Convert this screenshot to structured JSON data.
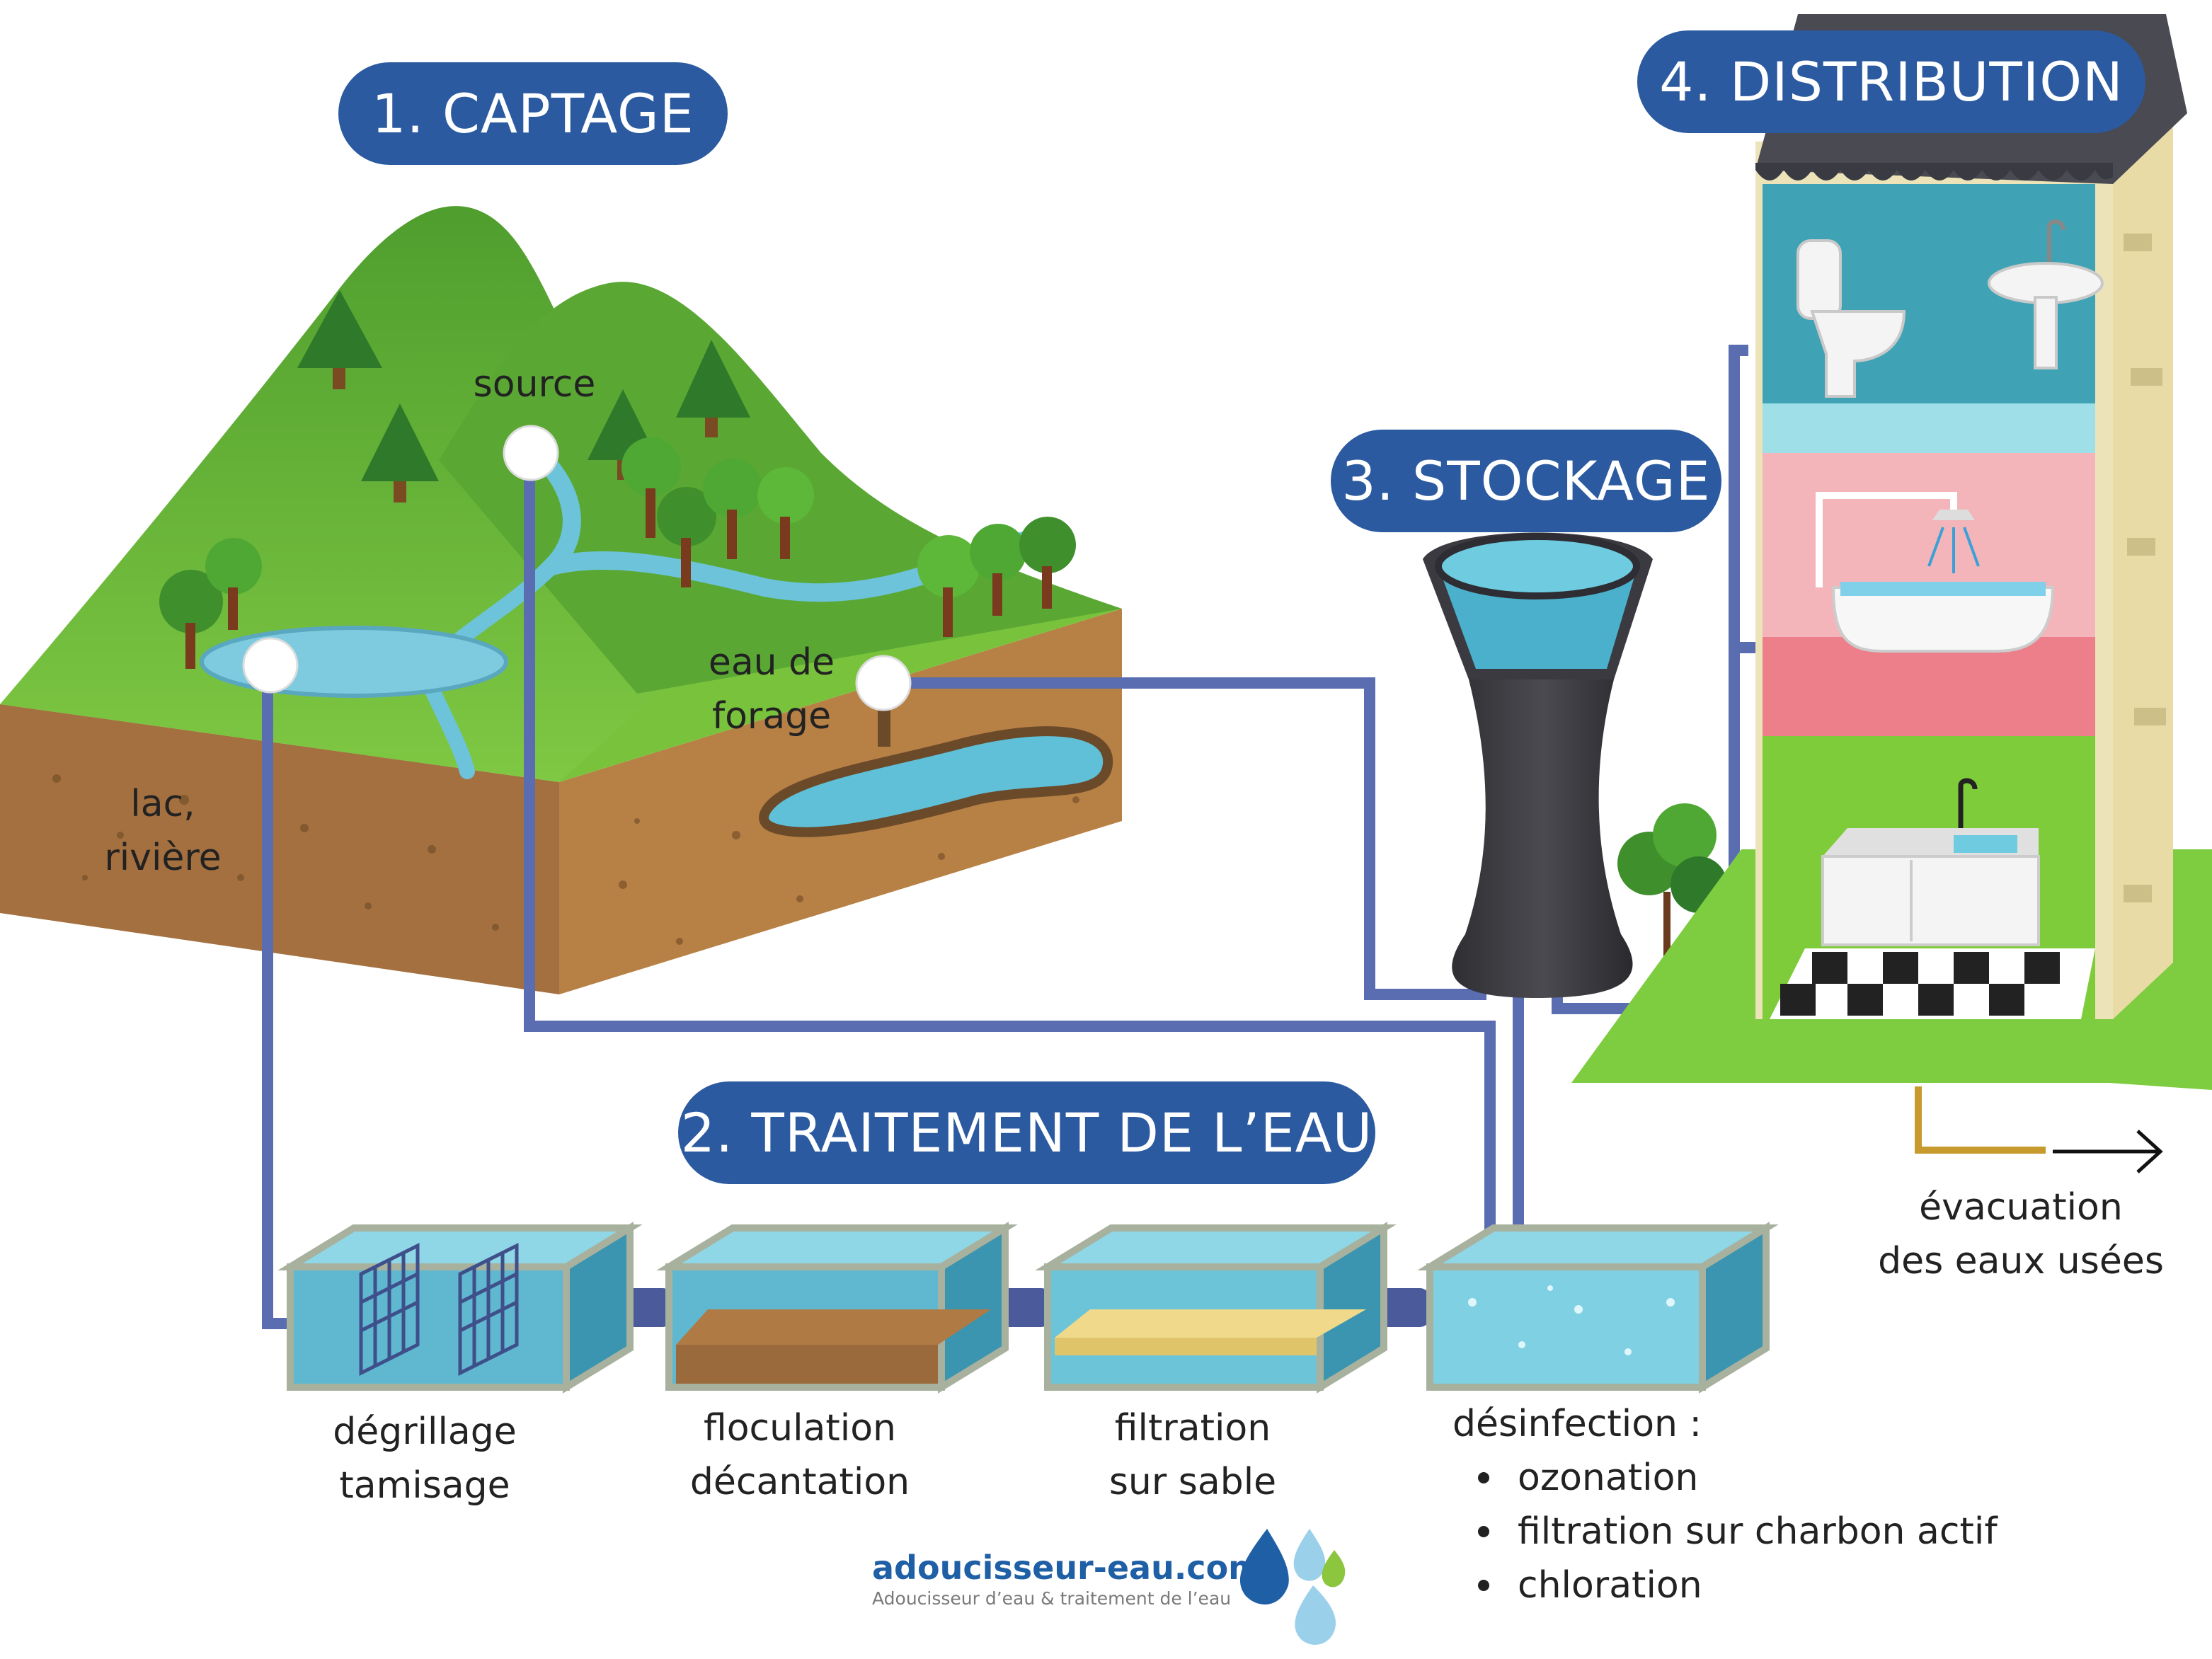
{
  "stages": {
    "captage": "1. CAPTAGE",
    "traitement": "2. TRAITEMENT DE L’EAU",
    "stockage": "3. STOCKAGE",
    "distribution": "4. DISTRIBUTION"
  },
  "sources": {
    "source": "source",
    "lac": [
      "lac,",
      "rivière"
    ],
    "forage": [
      "eau de",
      "forage"
    ]
  },
  "steps": {
    "degrillage": [
      "dégrillage",
      "tamisage"
    ],
    "floculation": [
      "floculation",
      "décantation"
    ],
    "filtration": [
      "filtration",
      "sur sable"
    ],
    "desinfection": {
      "title": "désinfection :",
      "items": [
        "ozonation",
        "filtration sur charbon actif",
        "chloration"
      ]
    }
  },
  "evacuation": [
    "évacuation",
    "des eaux usées"
  ],
  "brand": {
    "name": "adoucisseur-eau.com",
    "tagline": "Adoucisseur d’eau & traitement de l’eau"
  },
  "colors": {
    "pill": "#2b5aa0",
    "pipe": "#5a6db0",
    "water": "#5cc1d8",
    "grass": "#6bbf3a",
    "soil": "#b07a44",
    "house_wall": "#ece3b8"
  }
}
